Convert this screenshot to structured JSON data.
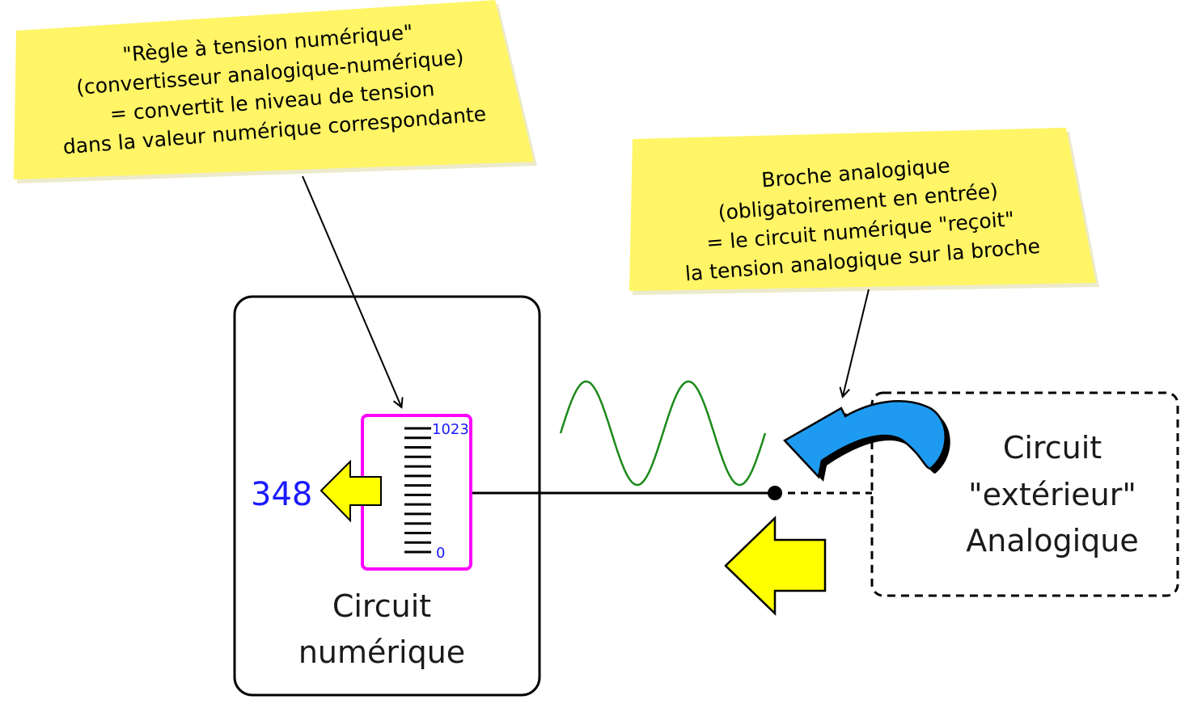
{
  "notes": {
    "adc": {
      "title": "\"Règle à tension numérique\"",
      "title_color": "#ff00ff",
      "lines": [
        "(convertisseur analogique-numérique)",
        "= convertit le niveau de tension",
        "dans la valeur numérique correspondante"
      ]
    },
    "pin": {
      "title": "Broche analogique",
      "title_color": "#1a8a1a",
      "lines": [
        "(obligatoirement en entrée)",
        "= le circuit numérique \"reçoit\"",
        "la tension analogique sur la broche"
      ]
    }
  },
  "digital_circuit": {
    "label_line1": "Circuit",
    "label_line2": "numérique"
  },
  "external_circuit": {
    "label_line1": "Circuit",
    "label_line2": "\"extérieur\"",
    "label_line3": "Analogique"
  },
  "adc_scale": {
    "max_label": "1023",
    "min_label": "0",
    "frame_color": "#ff00ff"
  },
  "reading": {
    "value": "348",
    "color": "#1a1aff"
  },
  "colors": {
    "note_fill": "#fff566",
    "arrow_yellow": "#ffff00",
    "arrow_blue": "#1e9bf0",
    "signal_wave": "#1a8a1a"
  },
  "icons": [
    "yellow-arrow-left-icon",
    "blue-curved-arrow-icon",
    "sine-wave-icon"
  ]
}
